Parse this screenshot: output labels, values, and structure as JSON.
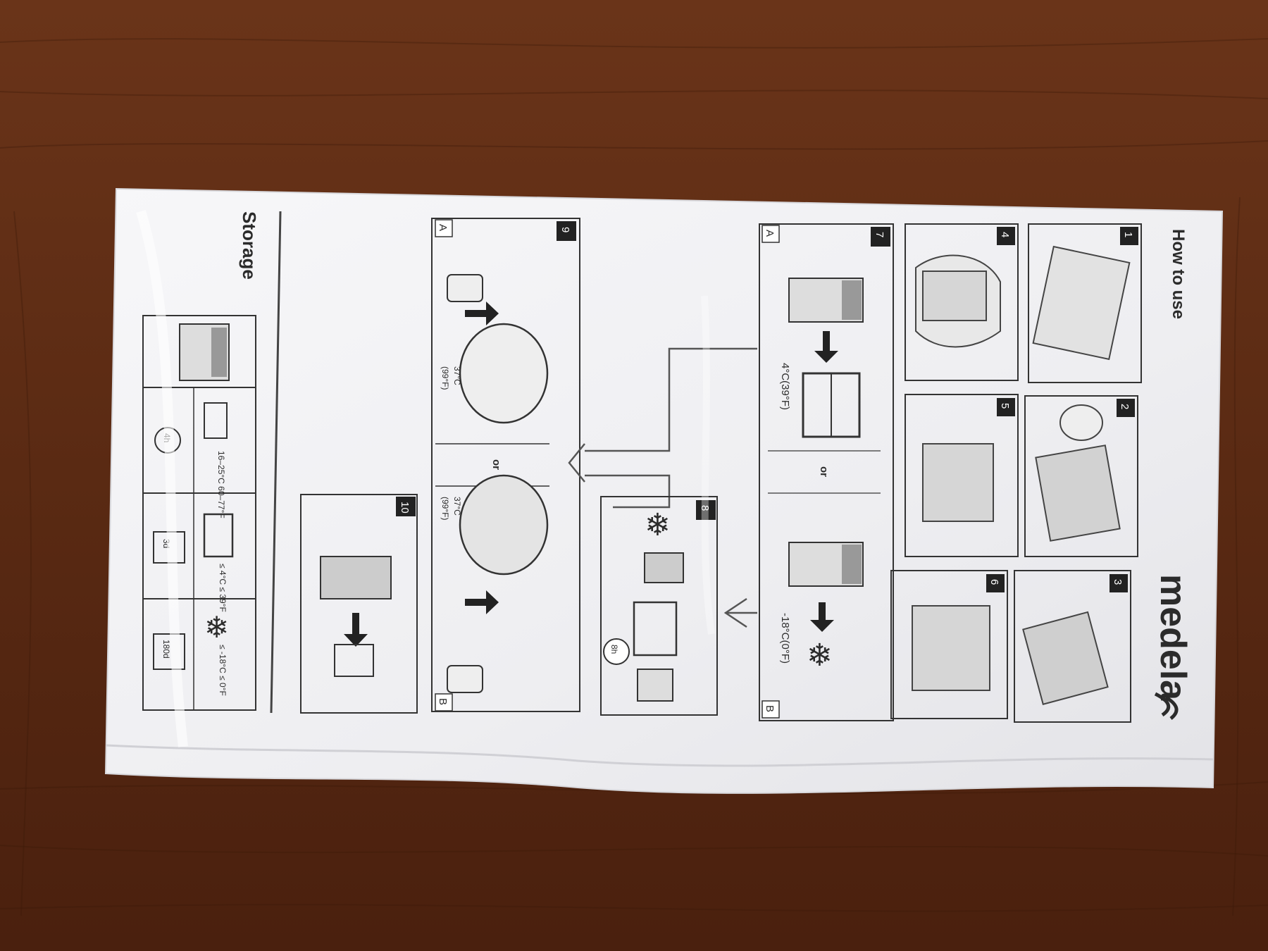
{
  "header": {
    "title": "How to use",
    "brand": "medela"
  },
  "storage": {
    "title": "Storage",
    "room": "16–25°C\n60–77°F",
    "room_time": "4h",
    "fridge": "≤ 4°C\n≤ 39°F",
    "fridge_time": "3d",
    "freezer": "≤ -18°C\n≤ 0°F",
    "freezer_time": "180d"
  },
  "steps": {
    "s1": "1",
    "s2": "2",
    "s3": "3",
    "s4": "4",
    "s5": "5",
    "s6": "6",
    "s7": "7",
    "s8": "8",
    "s9": "9",
    "s10": "10",
    "a": "A",
    "b": "B",
    "or": "or"
  },
  "temps": {
    "fridge": "4°C(39°F)",
    "freezer": "-18°C(0°F)",
    "warm_c": "37°C",
    "warm_f": "(99°F)",
    "thaw_time": "8h"
  },
  "colors": {
    "wood": "#5a2a14",
    "bag": "#f2f2f4",
    "ink": "#2b2b2b"
  }
}
